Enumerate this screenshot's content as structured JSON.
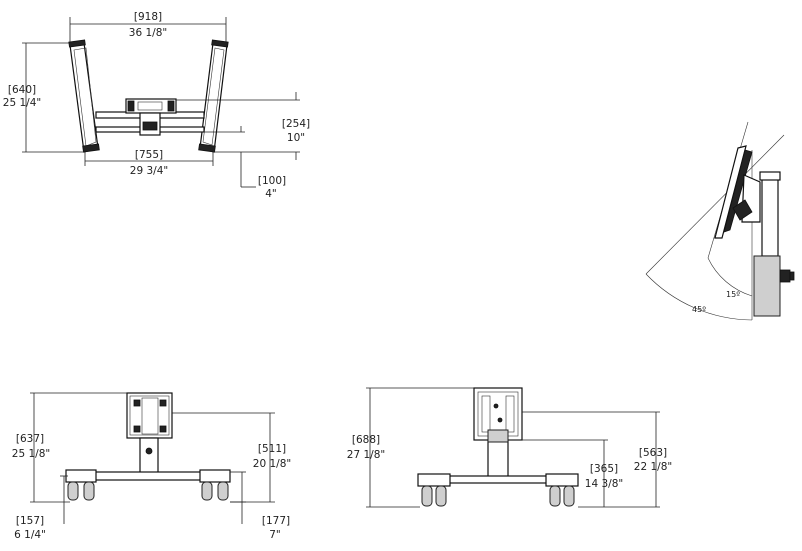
{
  "top_view": {
    "width_overall_mm": "[918]",
    "width_overall_in": "36 1/8\"",
    "height_mm": "[640]",
    "height_in": "25 1/4\"",
    "width_inner_mm": "[755]",
    "width_inner_in": "29 3/4\"",
    "depth_mm": "[254]",
    "depth_in": "10\"",
    "offset_mm": "[100]",
    "offset_in": "4\""
  },
  "tilt_view": {
    "angle_small": "15º",
    "angle_large": "45º"
  },
  "front_view": {
    "height_mm": "[637]",
    "height_in": "25 1/8\"",
    "height2_mm": "[511]",
    "height2_in": "20 1/8\"",
    "base_left_mm": "[157]",
    "base_left_in": "6 1/4\"",
    "base_right_mm": "[177]",
    "base_right_in": "7\""
  },
  "side_view": {
    "height_mm": "[688]",
    "height_in": "27 1/8\"",
    "height2_mm": "[365]",
    "height2_in": "14 3/8\"",
    "height3_mm": "[563]",
    "height3_in": "22 1/8\""
  }
}
